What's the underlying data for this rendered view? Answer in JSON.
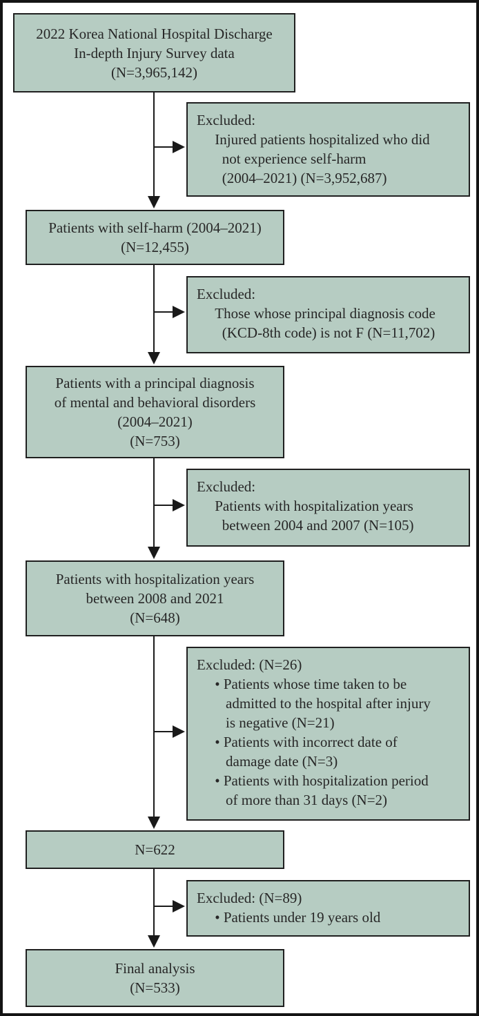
{
  "figure": {
    "name": "Study participant selection flow diagram",
    "colors": {
      "box_fill": "#b6ccc2",
      "box_border": "#1f1f1f",
      "frame_border": "#141414",
      "arrow": "#1a1a1a",
      "text": "#272727"
    },
    "main_boxes": [
      {
        "id": "source",
        "text": "2022 Korea National Hospital Discharge\nIn-depth Injury Survey data\n(N=3,965,142)"
      },
      {
        "id": "self_harm",
        "text": "Patients with self-harm (2004–2021)\n(N=12,455)"
      },
      {
        "id": "principal_dx",
        "text": "Patients with a principal diagnosis\nof mental and behavioral disorders\n(2004–2021)\n(N=753)"
      },
      {
        "id": "hosp_years",
        "text": "Patients with hospitalization years\nbetween 2008 and 2021\n(N=648)"
      },
      {
        "id": "n622",
        "text": "N=622"
      },
      {
        "id": "final",
        "text": "Final analysis\n(N=533)"
      }
    ],
    "excluded_boxes": [
      {
        "id": "not_self_harm",
        "text": "Excluded:\n     Injured patients hospitalized who did\n       not experience self-harm\n       (2004–2021) (N=3,952,687)"
      },
      {
        "id": "not_f_code",
        "text": "Excluded:\n     Those whose principal diagnosis code\n       (KCD-8th code) is not F (N=11,702)"
      },
      {
        "id": "years_2004_2007",
        "text": "Excluded:\n     Patients with hospitalization years\n       between 2004 and 2007 (N=105)"
      },
      {
        "id": "data_quality",
        "text": "Excluded: (N=26)\n     • Patients whose time taken to be\n        admitted to the hospital after injury\n        is negative (N=21)\n     • Patients with incorrect date of\n        damage date (N=3)\n     • Patients with hospitalization period\n        of more than 31 days (N=2)"
      },
      {
        "id": "under_19",
        "text": "Excluded: (N=89)\n     • Patients under 19 years old"
      }
    ]
  }
}
